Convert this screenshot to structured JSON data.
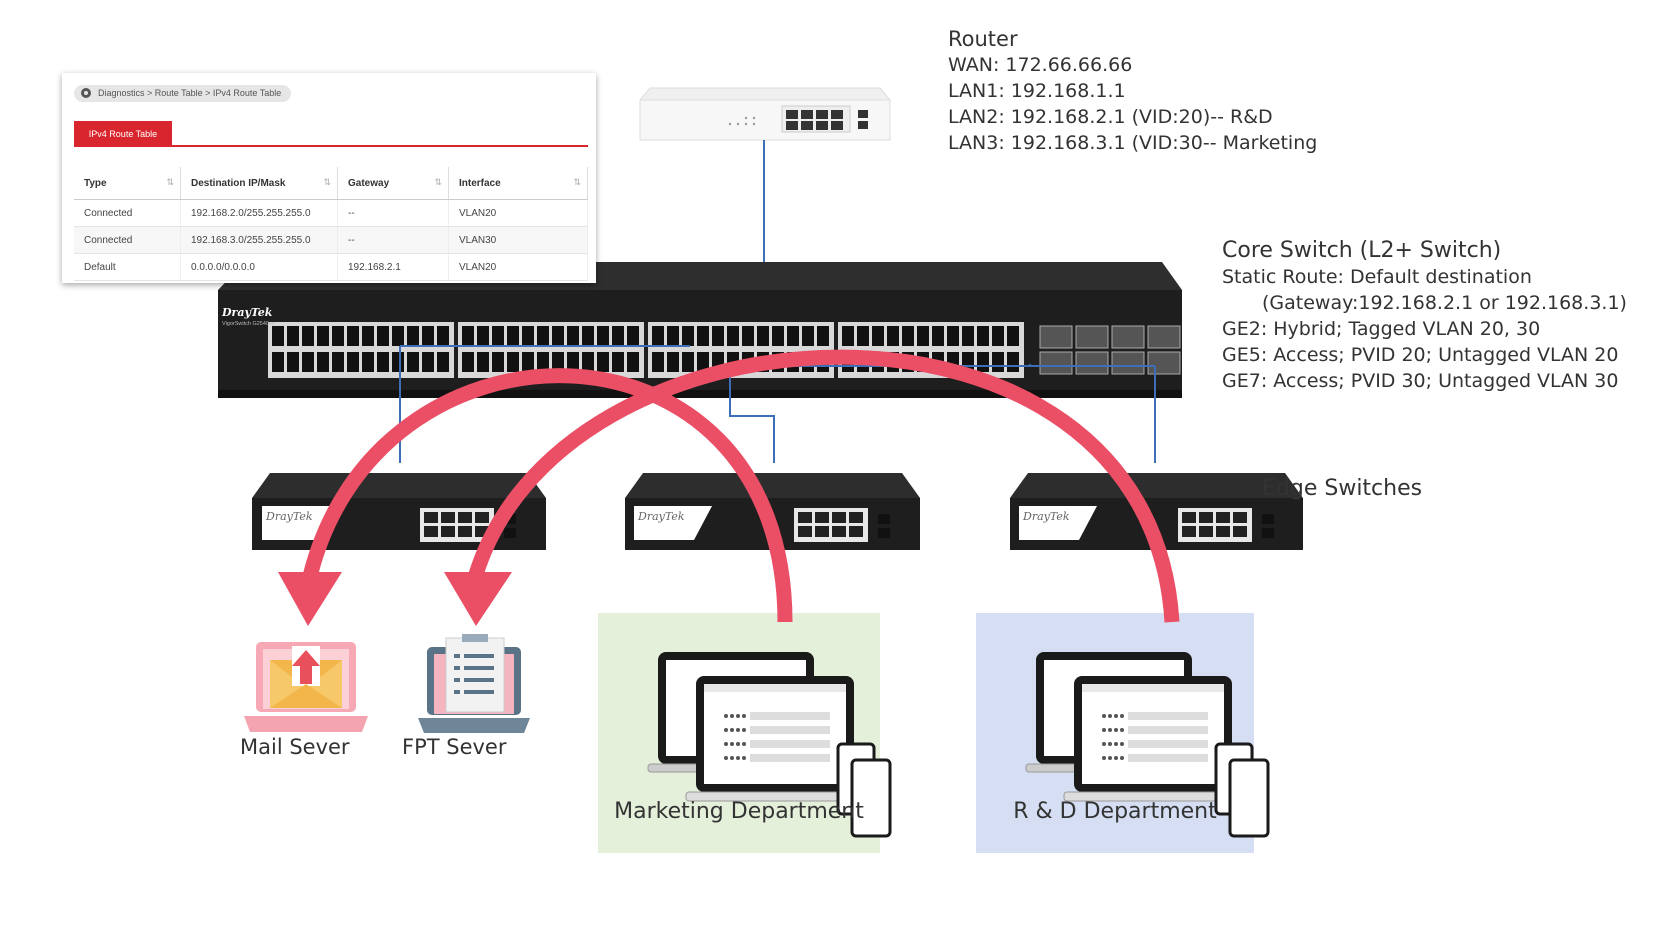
{
  "route_table": {
    "breadcrumb": "Diagnostics > Route Table  > IPv4 Route Table",
    "tab_label": "IPv4 Route Table",
    "columns": [
      "Type",
      "Destination IP/Mask",
      "Gateway",
      "Interface"
    ],
    "rows": [
      [
        "Connected",
        "192.168.2.0/255.255.255.0",
        "--",
        "VLAN20"
      ],
      [
        "Connected",
        "192.168.3.0/255.255.255.0",
        "--",
        "VLAN30"
      ],
      [
        "Default",
        "0.0.0.0/0.0.0.0",
        "192.168.2.1",
        "VLAN20"
      ]
    ]
  },
  "router": {
    "title": "Router",
    "lines": [
      "WAN: 172.66.66.66",
      "LAN1: 192.168.1.1",
      "LAN2: 192.168.2.1 (VID:20)-- R&D",
      "LAN3: 192.168.3.1 (VID:30-- Marketing"
    ]
  },
  "core_switch": {
    "title": "Core Switch (L2+ Switch)",
    "lines": [
      "Static Route: Default destination",
      "(Gateway:192.168.2.1 or 192.168.3.1)",
      "GE2: Hybrid; Tagged VLAN 20, 30",
      "GE5: Access; PVID 20; Untagged VLAN 20",
      "GE7: Access; PVID 30; Untagged VLAN 30"
    ],
    "brand": "DrayTek",
    "model": "VigorSwitch G2540xs"
  },
  "edge_switches": {
    "label": "Edge Switches",
    "brand": "DrayTek"
  },
  "servers": {
    "mail": "Mail Sever",
    "ftp": "FPT Sever"
  },
  "departments": {
    "marketing": "Marketing Department",
    "rd": "R & D Department"
  },
  "colors": {
    "arrow": "#ea4f66",
    "link": "#3c6fb6",
    "marketing_bg": "#e4f0da",
    "rd_bg": "#d5def3",
    "tab_red": "#d9262e"
  }
}
